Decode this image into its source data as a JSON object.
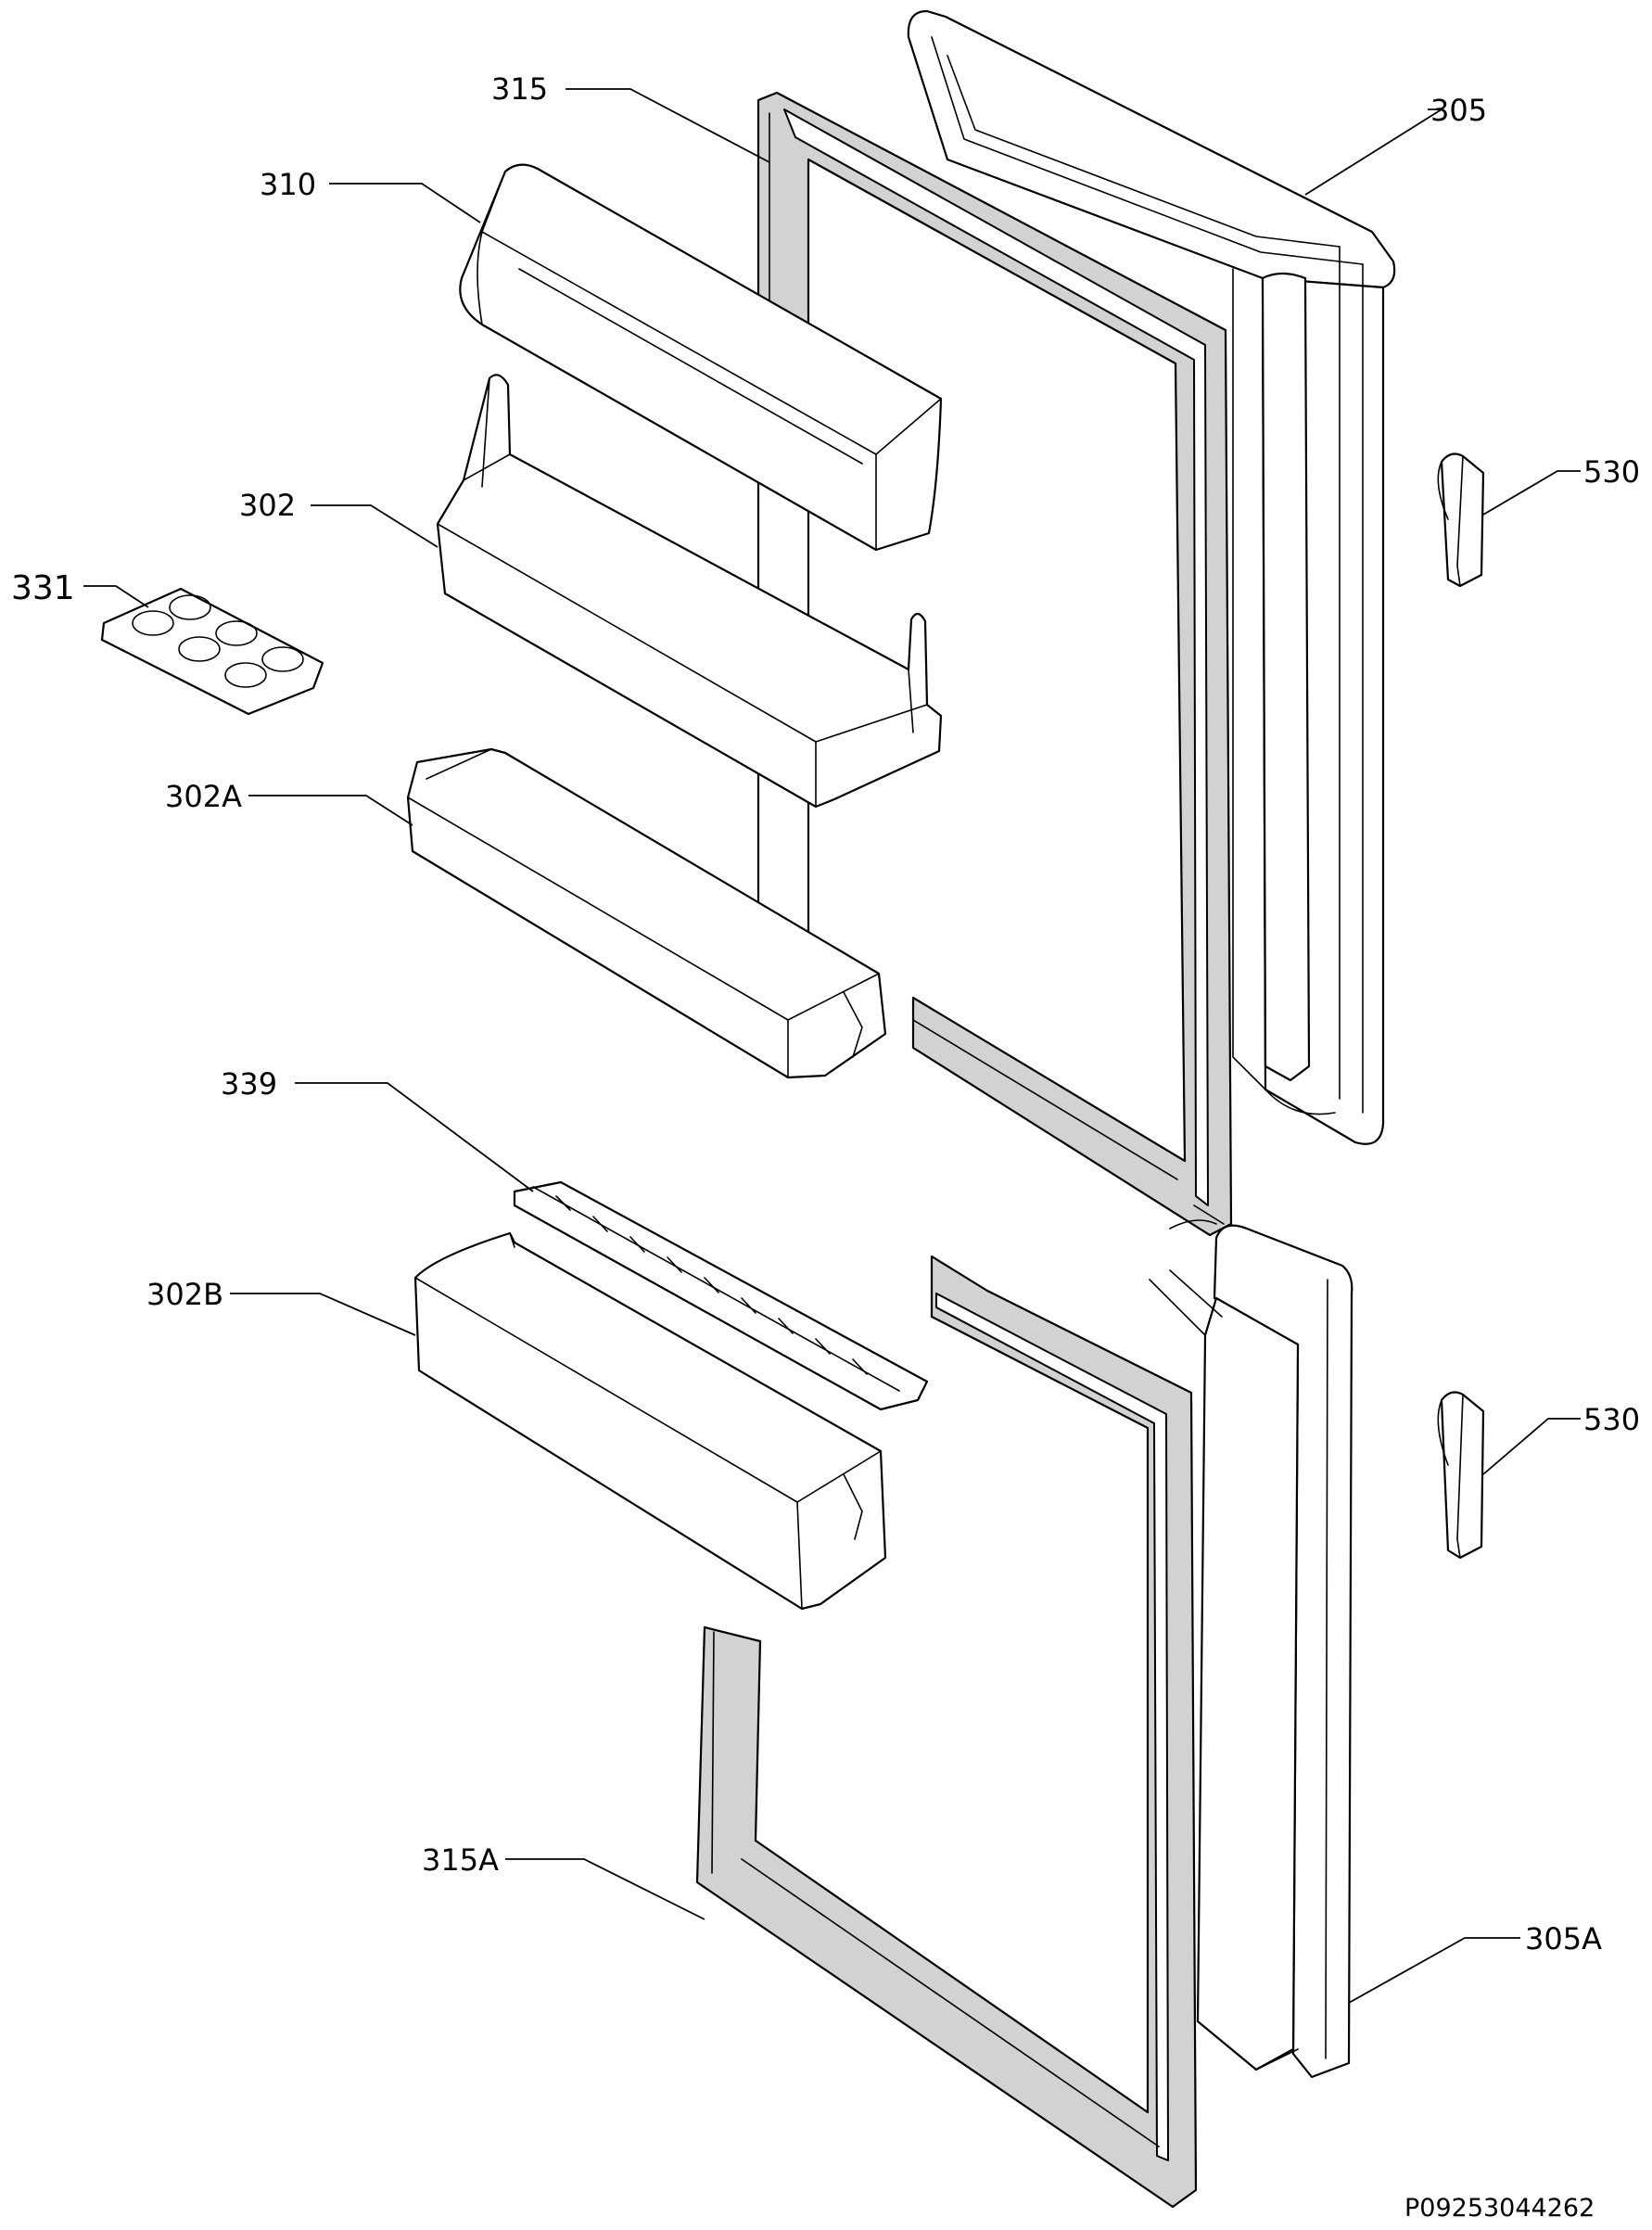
{
  "labels": {
    "l315": "315",
    "l305": "305",
    "l310": "310",
    "l302": "302",
    "l331": "331",
    "l530_top": "530",
    "l302A": "302A",
    "l339": "339",
    "l302B": "302B",
    "l530_bottom": "530",
    "l315A": "315A",
    "l305A": "305A"
  },
  "drawing_code": "P09253044262"
}
